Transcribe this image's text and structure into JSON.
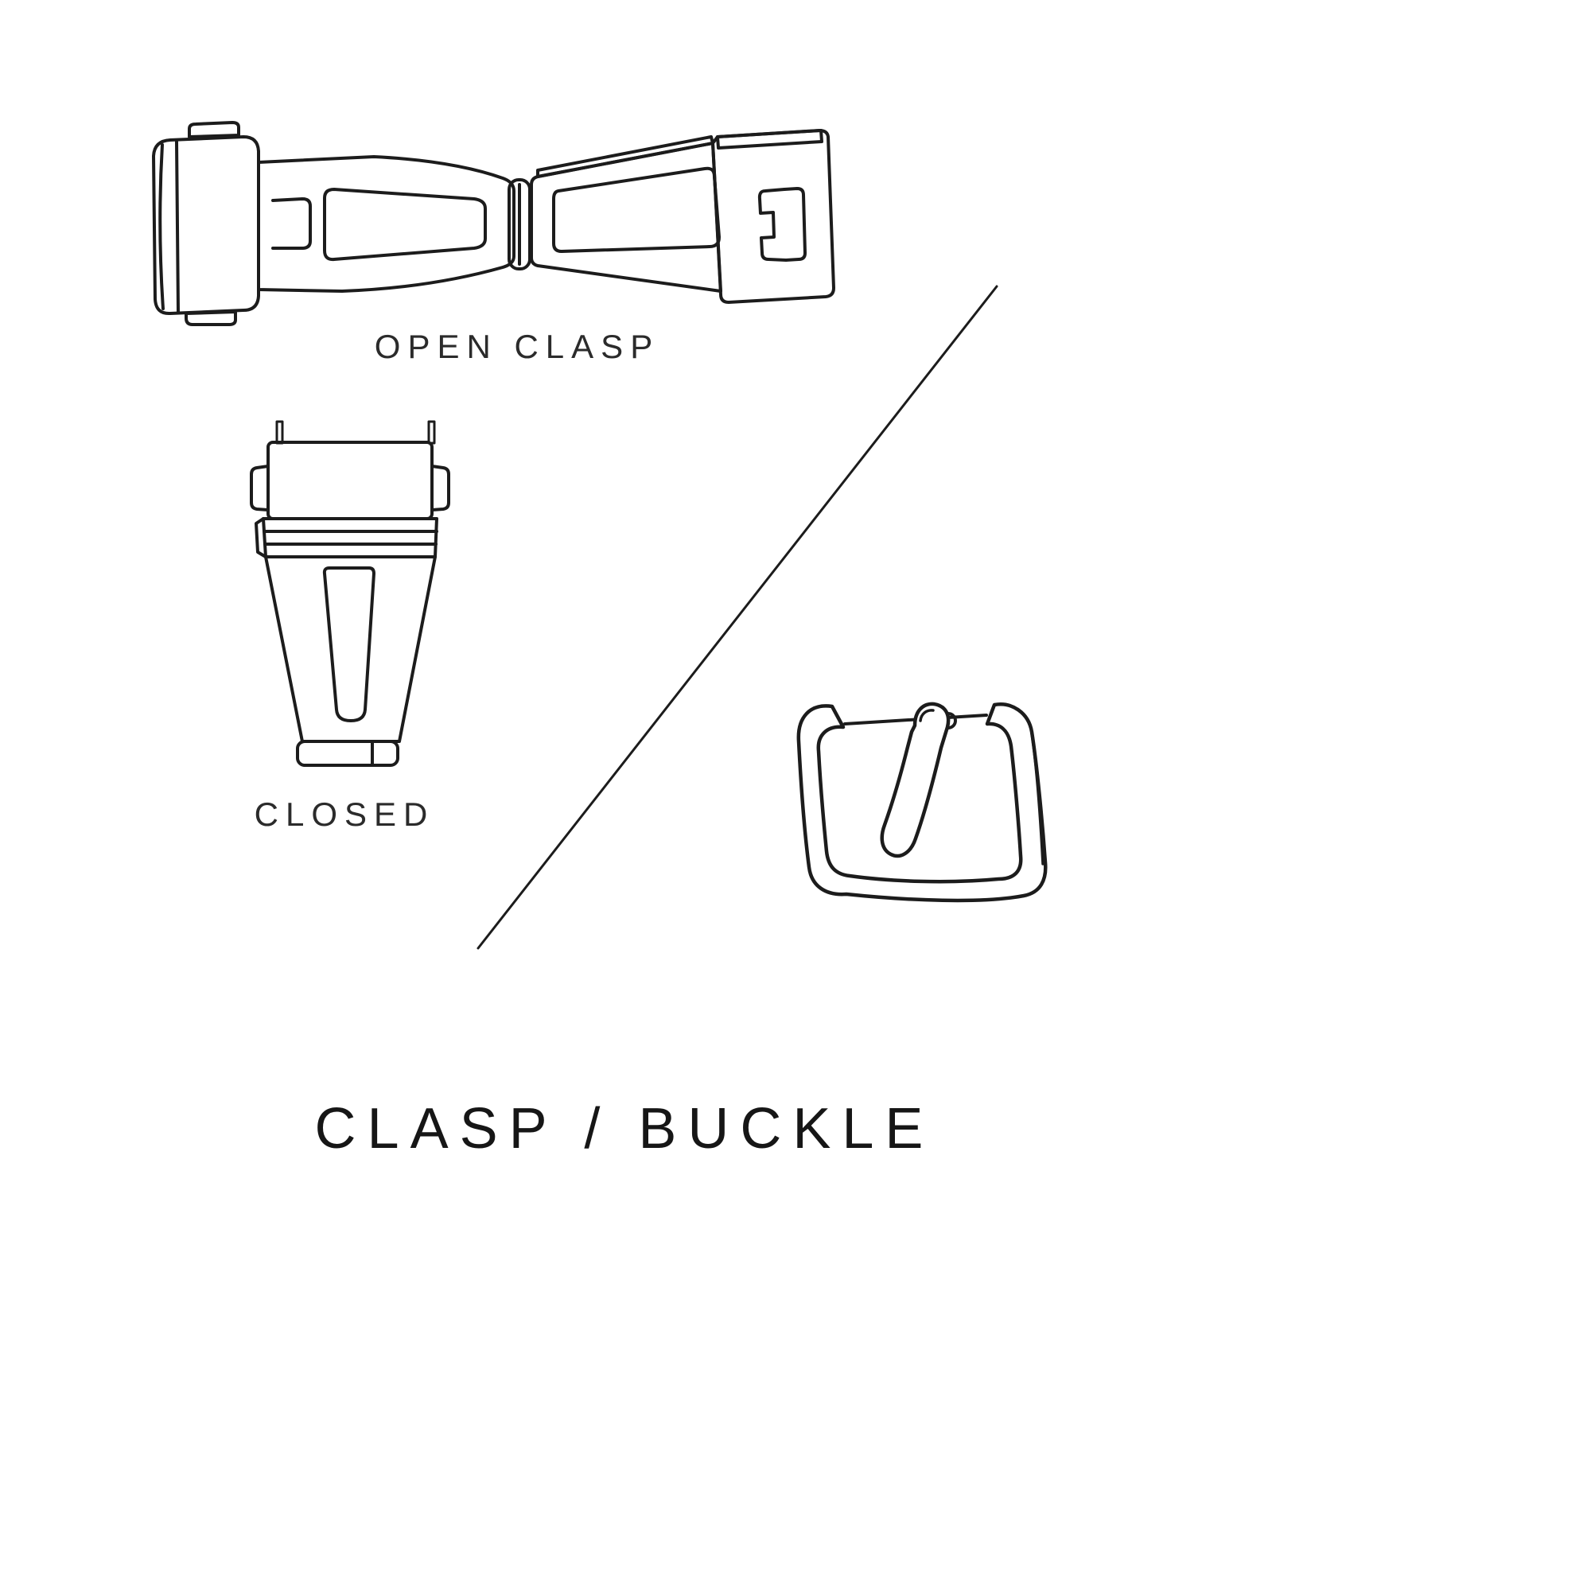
{
  "colors": {
    "background": "#ffffff",
    "line": "#1c1c1c",
    "text": "#2b2b2b",
    "title_text": "#161616"
  },
  "captions": {
    "open_clasp": "OPEN CLASP",
    "closed_clasp": "CLOSED"
  },
  "title": "CLASP / BUCKLE",
  "figures": [
    {
      "name": "open-clasp-illustration",
      "caption": "OPEN CLASP"
    },
    {
      "name": "closed-clasp-illustration",
      "caption": "CLOSED"
    },
    {
      "name": "buckle-illustration"
    }
  ]
}
